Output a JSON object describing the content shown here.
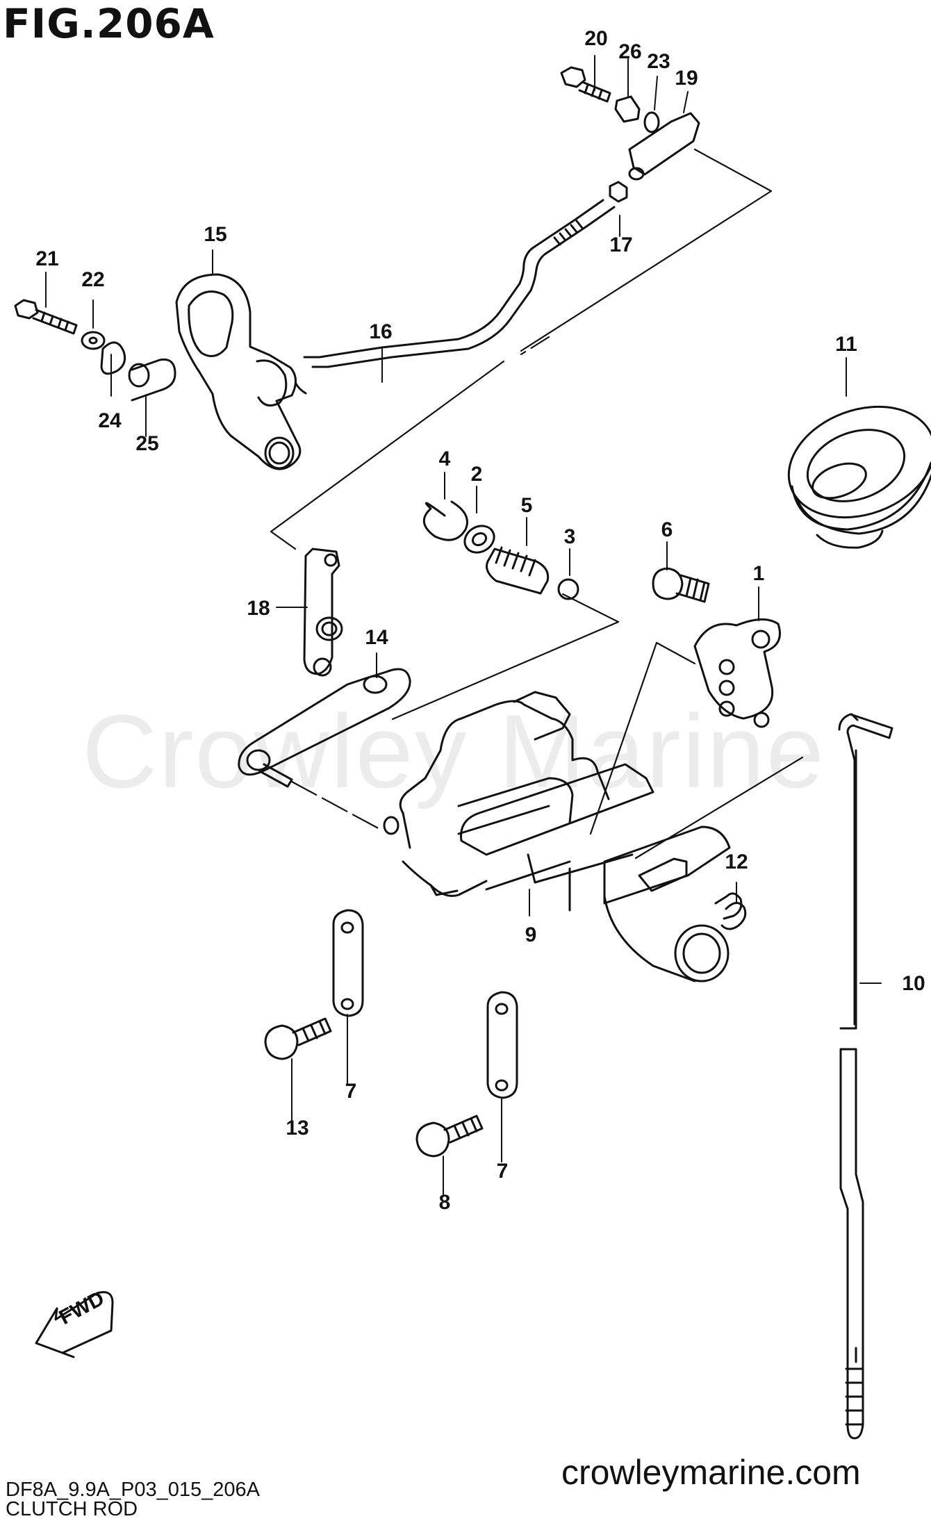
{
  "figure": {
    "title": "FIG.206A",
    "code": "DF8A_9.9A_P03_015_206A",
    "caption": "CLUTCH ROD",
    "website": "crowleymarine.com",
    "watermark": "Crowley Marine",
    "fwd_label": "FWD"
  },
  "callouts": [
    "1",
    "2",
    "3",
    "4",
    "5",
    "6",
    "7",
    "7",
    "8",
    "9",
    "10",
    "11",
    "12",
    "13",
    "14",
    "15",
    "16",
    "17",
    "18",
    "19",
    "20",
    "21",
    "22",
    "23",
    "24",
    "25",
    "26"
  ]
}
